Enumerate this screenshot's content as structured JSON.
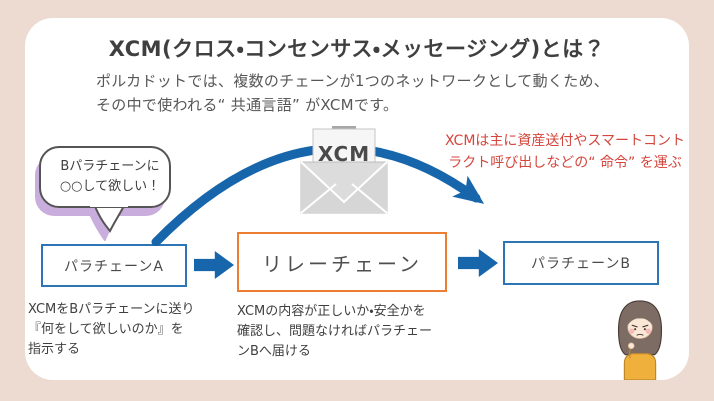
{
  "colors": {
    "background": "#eddbd1",
    "card": "#ffffff",
    "box_blue_border": "#2e75b6",
    "relay_orange_border": "#ed7d31",
    "arrow_blue": "#1766ab",
    "annotation_red": "#d5463d",
    "bubble_shadow_purple": "#c9aedd"
  },
  "title": "XCM(クロス・コンセンサス・メッセージング)とは？",
  "intro": {
    "line1": "ポルカドットでは、複数のチェーンが1つのネットワークとして動くため、",
    "line2": "その中で使われる“ 共通言語” がXCMです。"
  },
  "speech_bubble": {
    "line1": "Bパラチェーンに",
    "line2": "○○して欲しい！"
  },
  "envelope": {
    "label": "XCM"
  },
  "annotation": {
    "line1": "XCMは主に資産送付やスマートコント",
    "line2": "ラクト呼び出しなどの“ 命令” を運ぶ"
  },
  "flow": {
    "parachain_a": {
      "label": "パラチェーンA",
      "caption": [
        "XCMをBパラチェーンに送り",
        "『何をして欲しいのか』を",
        "指示する"
      ]
    },
    "relay_chain": {
      "label": "リレーチェーン",
      "caption": [
        "XCMの内容が正しいか・安全かを",
        "確認し、問題なければパラチェー",
        "ンBへ届ける"
      ]
    },
    "parachain_b": {
      "label": "パラチェーンB"
    }
  }
}
